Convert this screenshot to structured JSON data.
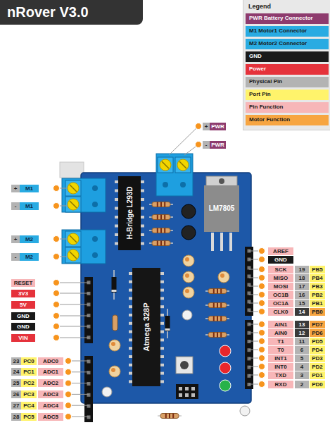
{
  "diagram": {
    "title": "nRover V3.0",
    "nodes": [
      {
        "text": [
          "+"
        ]
      },
      {
        "text": [
          "PWR"
        ]
      },
      {
        "text": [
          "-"
        ]
      },
      {
        "text": [
          "PWR"
        ]
      },
      {
        "text": [
          "+"
        ]
      },
      {
        "text": [
          "M1"
        ]
      },
      {
        "text": [
          "-"
        ]
      },
      {
        "text": [
          "M1"
        ]
      },
      {
        "text": [
          "+"
        ]
      },
      {
        "text": [
          "M2"
        ]
      },
      {
        "text": [
          "-"
        ]
      },
      {
        "text": [
          "M2"
        ]
      },
      {
        "text": [
          "H-Bridge L293D"
        ]
      },
      {
        "text": [
          "LM7805"
        ]
      },
      {
        "text": [
          "Atmega 328P"
        ]
      },
      {
        "text": [
          "RESET"
        ]
      },
      {
        "text": [
          "3V3"
        ]
      },
      {
        "text": [
          "5V"
        ]
      },
      {
        "text": [
          "GND"
        ]
      },
      {
        "text": [
          "GND"
        ]
      },
      {
        "text": [
          "VIN"
        ]
      },
      {
        "text": [
          "23"
        ]
      },
      {
        "text": [
          "PC0"
        ]
      },
      {
        "text": [
          "ADC0"
        ]
      },
      {
        "text": [
          "24"
        ]
      },
      {
        "text": [
          "PC1"
        ]
      },
      {
        "text": [
          "ADC1"
        ]
      },
      {
        "text": [
          "25"
        ]
      },
      {
        "text": [
          "PC2"
        ]
      },
      {
        "text": [
          "ADC2"
        ]
      },
      {
        "text": [
          "26"
        ]
      },
      {
        "text": [
          "PC3"
        ]
      },
      {
        "text": [
          "ADC3"
        ]
      },
      {
        "text": [
          "27"
        ]
      },
      {
        "text": [
          "PC4"
        ]
      },
      {
        "text": [
          "ADC4"
        ]
      },
      {
        "text": [
          "28"
        ]
      },
      {
        "text": [
          "PC5"
        ]
      },
      {
        "text": [
          "ADC5"
        ]
      },
      {
        "text": [
          "AREF"
        ]
      },
      {
        "text": [
          "GND"
        ]
      },
      {
        "text": [
          "SCK"
        ]
      },
      {
        "text": [
          "19"
        ]
      },
      {
        "text": [
          "PB5"
        ]
      },
      {
        "text": [
          "MISO"
        ]
      },
      {
        "text": [
          "18"
        ]
      },
      {
        "text": [
          "PB4"
        ]
      },
      {
        "text": [
          "MOSI"
        ]
      },
      {
        "text": [
          "17"
        ]
      },
      {
        "text": [
          "PB3"
        ]
      },
      {
        "text": [
          "OC1B"
        ]
      },
      {
        "text": [
          "16"
        ]
      },
      {
        "text": [
          "PB2"
        ]
      },
      {
        "text": [
          "OC1A"
        ]
      },
      {
        "text": [
          "15"
        ]
      },
      {
        "text": [
          "PB1"
        ]
      },
      {
        "text": [
          "CLK0"
        ]
      },
      {
        "text": [
          "14"
        ]
      },
      {
        "text": [
          "PB0"
        ]
      },
      {
        "text": [
          "AIN1"
        ]
      },
      {
        "text": [
          "13"
        ]
      },
      {
        "text": [
          "PD7"
        ]
      },
      {
        "text": [
          "AIN0"
        ]
      },
      {
        "text": [
          "12"
        ]
      },
      {
        "text": [
          "PD6"
        ]
      },
      {
        "text": [
          "T1"
        ]
      },
      {
        "text": [
          "11"
        ]
      },
      {
        "text": [
          "PD5"
        ]
      },
      {
        "text": [
          "T0"
        ]
      },
      {
        "text": [
          "6"
        ]
      },
      {
        "text": [
          "PD4"
        ]
      },
      {
        "text": [
          "INT1"
        ]
      },
      {
        "text": [
          "5"
        ]
      },
      {
        "text": [
          "PD3"
        ]
      },
      {
        "text": [
          "INT0"
        ]
      },
      {
        "text": [
          "4"
        ]
      },
      {
        "text": [
          "PD2"
        ]
      },
      {
        "text": [
          "TXD"
        ]
      },
      {
        "text": [
          "3"
        ]
      },
      {
        "text": [
          "PD1"
        ]
      },
      {
        "text": [
          "RXD"
        ]
      },
      {
        "text": [
          "2"
        ]
      },
      {
        "text": [
          "PD0"
        ]
      }
    ],
    "labels": [
      "Legend"
    ],
    "legend": [
      {
        "text": "PWR Battery Connector",
        "color": "#8e3b6e"
      },
      {
        "text": "M1 Motor1 Connector",
        "color": "#29abe2"
      },
      {
        "text": "M2 Motor2 Connector",
        "color": "#29abe2"
      },
      {
        "text": "GND",
        "color": "#1a1a1a"
      },
      {
        "text": "Power",
        "color": "#e5323b"
      },
      {
        "text": "Physical Pin",
        "color": "#b3b3b3"
      },
      {
        "text": "Port Pin",
        "color": "#fff36b"
      },
      {
        "text": "Pin Function",
        "color": "#f7b6b8"
      },
      {
        "text": "Motor Function",
        "color": "#f7a541"
      }
    ]
  }
}
